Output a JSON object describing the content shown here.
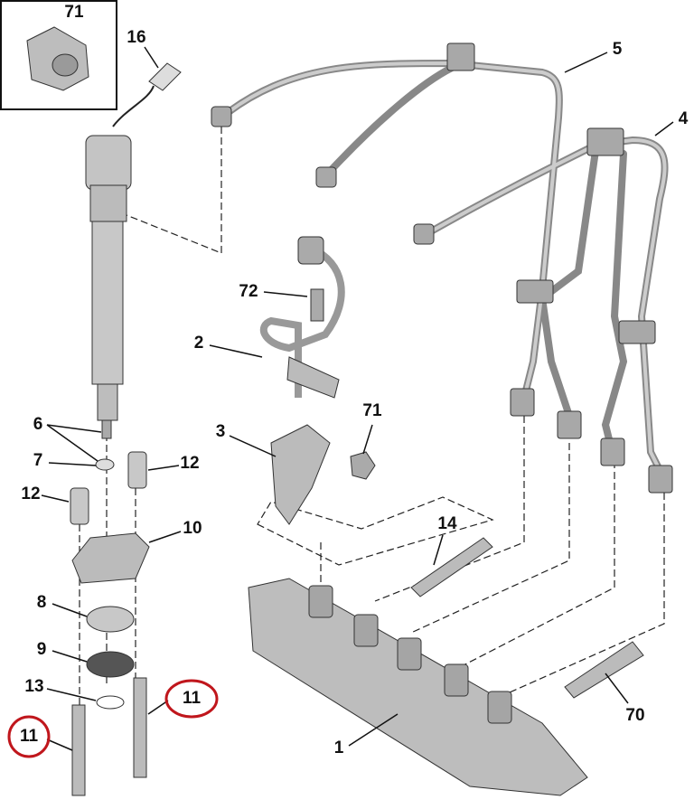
{
  "title": "Fuel injection system parts diagram",
  "colors": {
    "part_gray": "#b8b8b8",
    "line": "#333333",
    "highlight": "#c0161c"
  },
  "callouts": [
    {
      "id": "inset-71",
      "text": "71"
    },
    {
      "id": "clip-16",
      "text": "16"
    },
    {
      "id": "pipe-5",
      "text": "5"
    },
    {
      "id": "pipe-4",
      "text": "4"
    },
    {
      "id": "bolt-72",
      "text": "72"
    },
    {
      "id": "pipe-2",
      "text": "2"
    },
    {
      "id": "bracket-3",
      "text": "3"
    },
    {
      "id": "nut-71",
      "text": "71"
    },
    {
      "id": "injector-6",
      "text": "6"
    },
    {
      "id": "washer-7",
      "text": "7"
    },
    {
      "id": "sleeve-12-right",
      "text": "12"
    },
    {
      "id": "sleeve-12-left",
      "text": "12"
    },
    {
      "id": "clamp-10",
      "text": "10"
    },
    {
      "id": "stud-14",
      "text": "14"
    },
    {
      "id": "seal-8",
      "text": "8"
    },
    {
      "id": "seal-9",
      "text": "9"
    },
    {
      "id": "ring-13",
      "text": "13"
    },
    {
      "id": "stud-11-right",
      "text": "11"
    },
    {
      "id": "stud-11-left",
      "text": "11"
    },
    {
      "id": "bolt-70",
      "text": "70"
    },
    {
      "id": "rail-1",
      "text": "1"
    }
  ]
}
